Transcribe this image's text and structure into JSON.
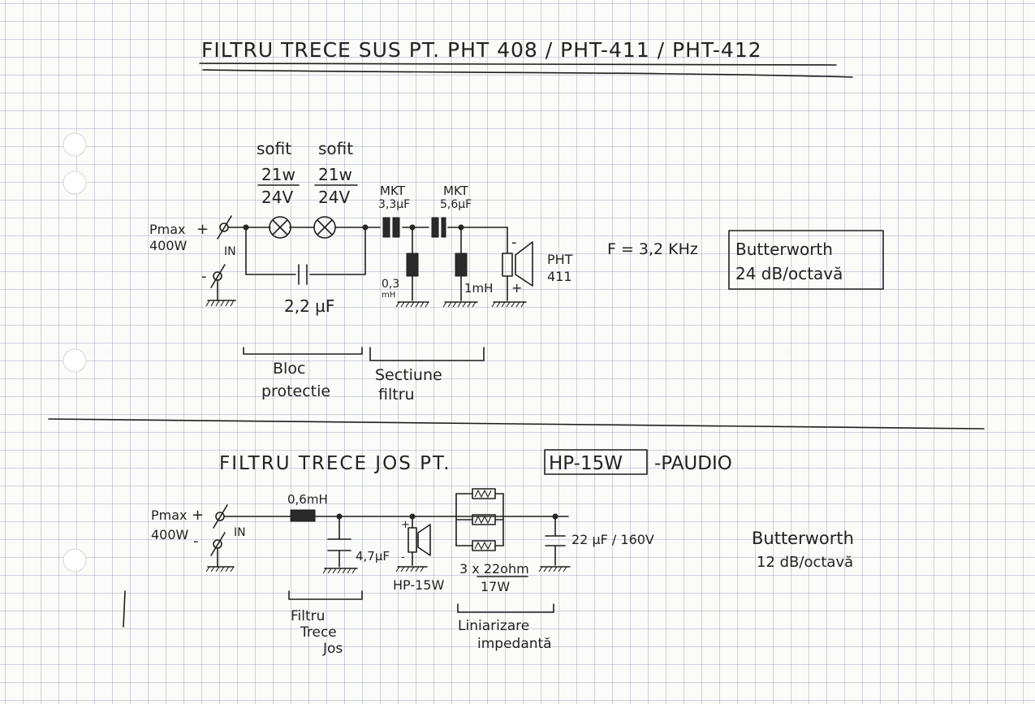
{
  "top": {
    "title": "FILTRU TRECE SUS PT. PHT 408 / PHT-411 / PHT-412",
    "bulb_label_1": "sofit",
    "bulb_rating_1_w": "21w",
    "bulb_rating_1_v": "24V",
    "bulb_label_2": "sofit",
    "bulb_rating_2_w": "21w",
    "bulb_rating_2_v": "24V",
    "cap1_type": "MKT",
    "cap1_value": "3,3µF",
    "cap2_type": "MKT",
    "cap2_value": "5,6µF",
    "pmax": "Pmax",
    "power": "400W",
    "plus": "+",
    "minus": "-",
    "input": "IN",
    "bypass_cap": "2,2 µF",
    "ind1_value": "0,3",
    "ind1_unit": "mH",
    "ind2_value": "1mH",
    "speaker_minus": "-",
    "speaker_plus": "+",
    "speaker_name_1": "PHT",
    "speaker_name_2": "411",
    "frequency": "F = 3,2 KHz",
    "filter_type": "Butterworth",
    "slope": "24 dB/octavă",
    "block1_line1": "Bloc",
    "block1_line2": "protectie",
    "block2_line1": "Sectiune",
    "block2_line2": "filtru"
  },
  "bottom": {
    "title_part1": "FILTRU TRECE JOS PT.",
    "title_boxed": "HP-15W",
    "title_part2": "-PAUDIO",
    "pmax": "Pmax",
    "plus": "+",
    "power": "400W",
    "minus": "-",
    "input": "IN",
    "ind_value": "0,6mH",
    "cap_value": "4,7µF",
    "speaker_plus": "+",
    "speaker_minus": "-",
    "speaker_name": "HP-15W",
    "resistors_1": "3 x 22ohm",
    "resistors_2": "17W",
    "zobel_cap": "22 µF / 160V",
    "filter_type": "Butterworth",
    "slope": "12 dB/octavă",
    "block1_line1": "Filtru",
    "block1_line2": "Trece",
    "block1_line3": "Jos",
    "block2_line1": "Liniarizare",
    "block2_line2": "impedantă"
  }
}
